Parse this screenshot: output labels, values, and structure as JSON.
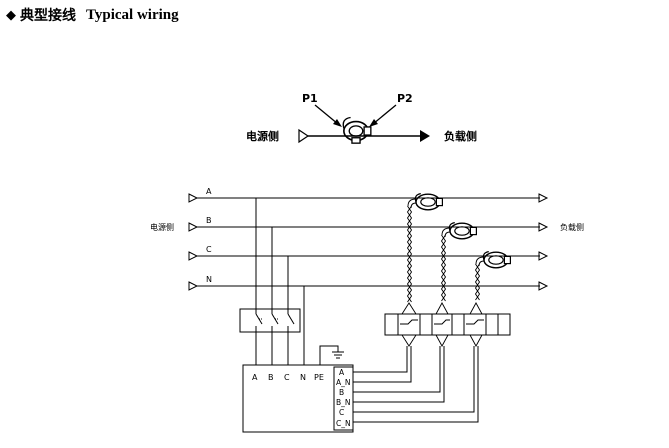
{
  "header": {
    "bullet_icon": "diamond-bullet-icon",
    "title_cn": "典型接线",
    "title_en": "Typical wiring"
  },
  "top_diagram": {
    "source_label": "电源侧",
    "load_label": "负载侧",
    "p1_label": "P1",
    "p2_label": "P2",
    "sensor_icon": "current-transformer-icon"
  },
  "circuit": {
    "source_label": "电源侧",
    "load_label": "负载侧",
    "line_labels": [
      "A",
      "B",
      "C",
      "N"
    ],
    "meter_terminals": [
      "A",
      "B",
      "C",
      "N",
      "PE"
    ],
    "ct_terminals": [
      "A",
      "A_N",
      "B",
      "B_N",
      "C",
      "C_N"
    ],
    "ground_icon": "ground-icon",
    "breaker_icon": "breaker-switch-icon"
  }
}
